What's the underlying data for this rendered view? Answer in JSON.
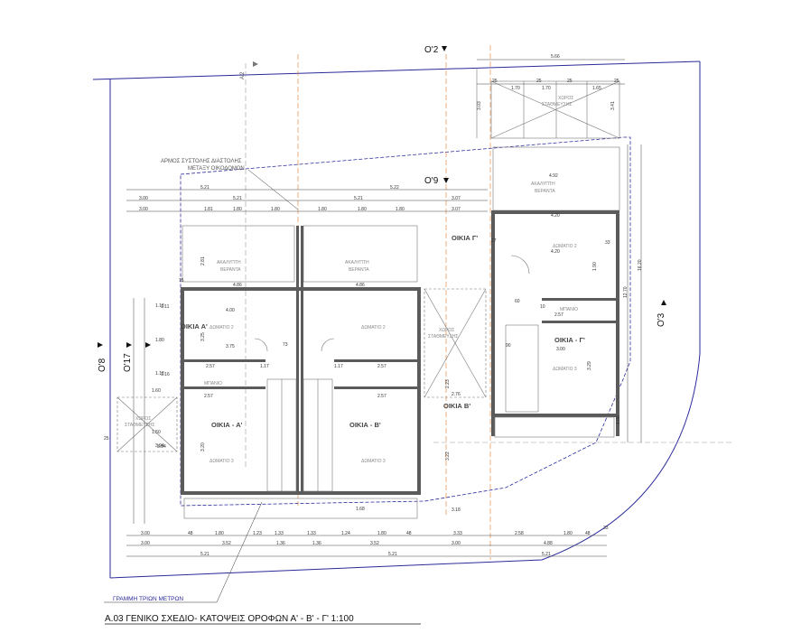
{
  "title": "Α.03  ΓΕΝΙΚΟ ΣΧΕΔΙΟ- ΚΑΤΟΨΕΙΣ ΟΡΟΦΩΝ Α' - Β' - Γ'  1:100",
  "axis_labels": {
    "o2": "Ο'2",
    "o9": "Ο'9",
    "o3": "Ο'3",
    "o8": "Ο'8",
    "o17": "Ο'17",
    "a2": "Α'2"
  },
  "notes": {
    "expansion_joint_1": "ΑΡΜΟΣ ΣΥΣΤΟΛΗΣ ΔΙΑΣΤΟΛΗΣ",
    "expansion_joint_2": "ΜΕΤΑΞΥ ΟΙΚΟΔΟΜΩΝ",
    "three_metre_line": "ΓΡΑΜΜΗ ΤΡΙΩΝ ΜΕΤΡΩΝ"
  },
  "houses": {
    "a_upper": "ΟΙΚΙΑ Α'",
    "a": "ΟΙΚΙΑ - Α'",
    "b": "ΟΙΚΙΑ - Β'",
    "b_outer": "ΟΙΚΙΑ Β'",
    "g": "ΟΙΚΙΑ Γ'",
    "g_inner": "ΟΙΚΙΑ - Γ'"
  },
  "areas": {
    "parking_top_1": "ΧΩΡΟΣ",
    "parking_top_2": "ΣΤΑΘΜΕΥΣΗΣ",
    "parking_mid_1": "ΧΩΡΟΣ",
    "parking_mid_2": "ΣΤΑΘΜΕΥΣΗΣ",
    "parking_left_1": "ΧΩΡΟΣ",
    "parking_left_2": "ΣΤΑΘΜΕΥΣΗΣ",
    "veranda_1a": "ΑΚΑΛΥΠΤΗ",
    "veranda_1b": "ΒΕΡΑΝΤΑ",
    "veranda_2a": "ΑΚΑΛΥΠΤΗ",
    "veranda_2b": "ΒΕΡΑΝΤΑ",
    "veranda_3a": "ΑΚΑΛΥΠΤΗ",
    "veranda_3b": "ΒΕΡΑΝΤΑ"
  },
  "rooms": {
    "a_room2": "ΔΩΜΑΤΙΟ 2",
    "a_bath": "ΜΠΑΝΙΟ",
    "a_room3": "ΔΩΜΑΤΙΟ 3",
    "b_room2": "ΔΩΜΑΤΙΟ 2",
    "b_room3": "ΔΩΜΑΤΙΟ 3",
    "g_room2": "ΔΩΜΑΤΙΟ 2",
    "g_bath": "ΜΠΑΝΙΟ",
    "g_room3": "ΔΩΜΑΤΙΟ 3"
  },
  "dimensions": {
    "top_width": "5.66",
    "top_row": [
      "25",
      "1.70",
      "25",
      "1.70",
      "25",
      "1.65",
      "25"
    ],
    "top_left": "3.03",
    "top_right": "3.41",
    "g_width": "4.92",
    "g_inner": "4.20",
    "row1": [
      "5.21",
      "5.22"
    ],
    "row2": [
      "3.00",
      "5.21",
      "5.21",
      "3.07"
    ],
    "row3": [
      "3.00",
      "1.81",
      "1.80",
      "1.80",
      "1.80",
      "1.80",
      "1.80",
      "3.07"
    ],
    "right_total": "16.20",
    "right_1": "12.70",
    "left_side": [
      "1.18",
      "1.80",
      "1.18",
      "1.60",
      "1.50",
      "3.94"
    ],
    "inner_a": [
      "4.86",
      "4.00",
      "3.75",
      "2.57",
      "1.17",
      "73",
      "2.57"
    ],
    "inner_b": [
      "4.86",
      "1.17",
      "2.57",
      "2.57"
    ],
    "inner_g": [
      "4.20",
      "2.57",
      "3.00"
    ],
    "bottom_row1": [
      "3.00",
      "48",
      "1.80",
      "1.23",
      "1.33",
      "1.33",
      "1.24",
      "1.80",
      "48",
      "3.33",
      "2.58",
      "1.80",
      "48",
      "33"
    ],
    "bottom_row2": [
      "3.00",
      "3.52",
      "1.36",
      "1.36",
      "3.52",
      "3.00",
      "4.88"
    ],
    "bottom_row3": [
      "5.21",
      "5.21",
      "5.21"
    ],
    "misc": [
      "15",
      "25",
      "27",
      "33",
      "90",
      "10",
      "60",
      "3.18",
      "3.22",
      "2.76",
      "1.68",
      "1.06",
      "3.94",
      "2.81",
      "3.25",
      "3.20",
      "1.11",
      "1.16",
      "3.29",
      "2.23",
      "1.90"
    ]
  }
}
